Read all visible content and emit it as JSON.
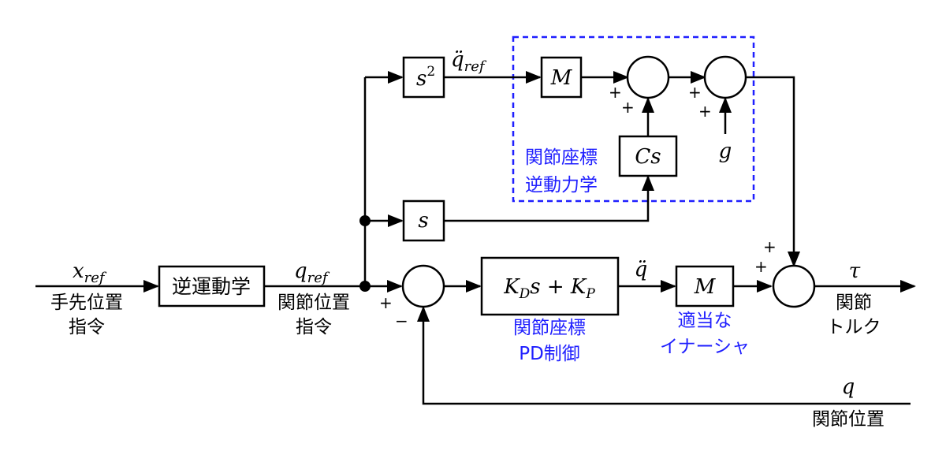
{
  "signals": {
    "x_ref": "x",
    "x_ref_sub": "ref",
    "x_ref_label_1": "手先位置",
    "x_ref_label_2": "指令",
    "q_ref": "q",
    "q_ref_sub": "ref",
    "q_ref_label_1": "関節位置",
    "q_ref_label_2": "指令",
    "qddot_ref": "q̈",
    "qddot_ref_sub": "ref",
    "qddot": "q̈",
    "tau": "τ",
    "tau_label_1": "関節",
    "tau_label_2": "トルク",
    "q": "q",
    "q_label": "関節位置",
    "g": "g"
  },
  "blocks": {
    "ik": "逆運動学",
    "s2": "s",
    "s2_exp": "2",
    "s": "s",
    "M_top": "M",
    "Cs": "Cs",
    "pd": "K",
    "pd_sub_d": "D",
    "pd_mid": "s + K",
    "pd_sub_p": "P",
    "M_mid": "M"
  },
  "annotations": {
    "inverse_dynamics_1": "関節座標",
    "inverse_dynamics_2": "逆動力学",
    "pd_control_1": "関節座標",
    "pd_control_2": "PD制御",
    "inertia_1": "適当な",
    "inertia_2": "イナーシャ"
  },
  "signs": {
    "plus": "+",
    "minus": "−"
  },
  "colors": {
    "annotation": "#1f1fff",
    "line": "#000000"
  }
}
